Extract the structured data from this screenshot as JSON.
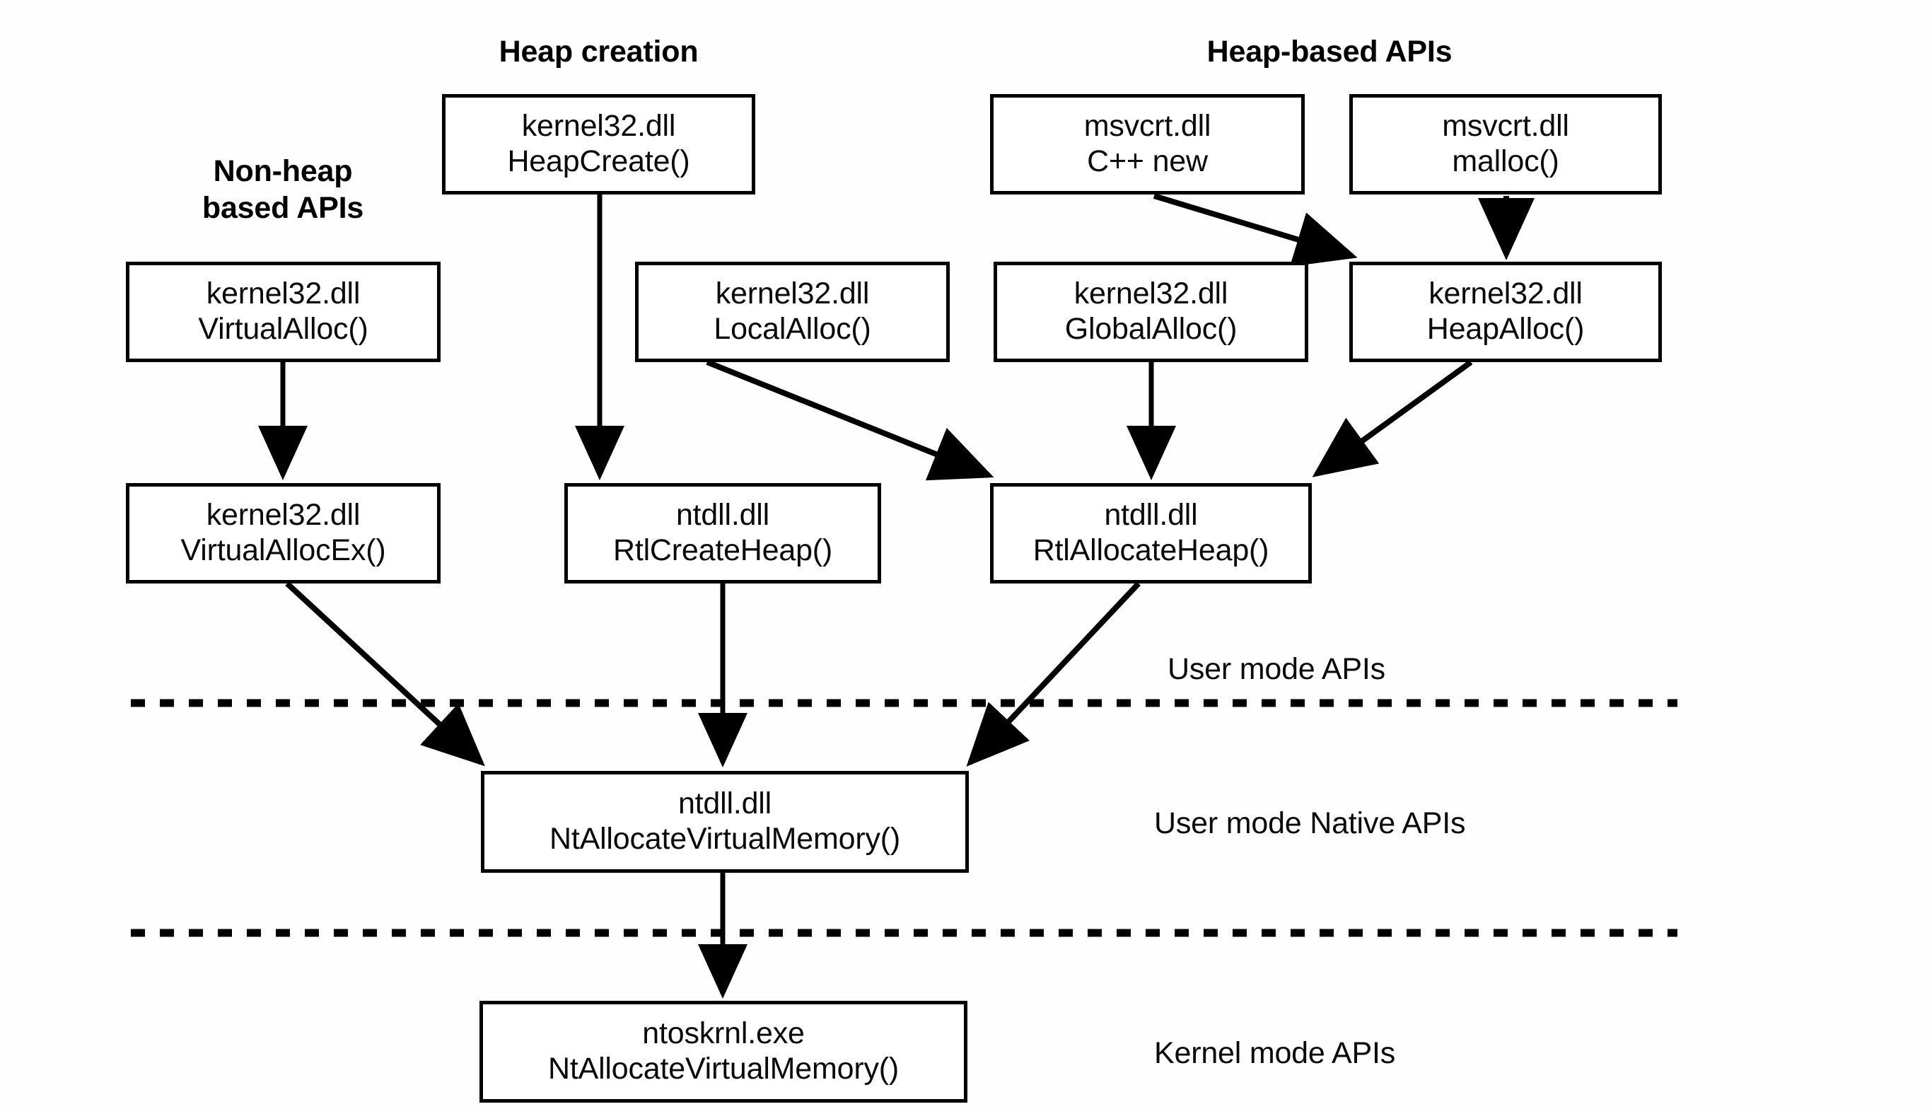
{
  "diagram": {
    "title_groups": [
      {
        "id": "non-heap",
        "label": "Non-heap\nbased APIs",
        "line1": "Non-heap",
        "line2": "based APIs"
      },
      {
        "id": "heap-creation",
        "label": "Heap creation"
      },
      {
        "id": "heap-based",
        "label": "Heap-based APIs"
      }
    ],
    "nodes": [
      {
        "id": "heapcreate",
        "module": "kernel32.dll",
        "api": "HeapCreate()"
      },
      {
        "id": "cppnew",
        "module": "msvcrt.dll",
        "api": "C++ new"
      },
      {
        "id": "malloc",
        "module": "msvcrt.dll",
        "api": "malloc()"
      },
      {
        "id": "virtualalloc",
        "module": "kernel32.dll",
        "api": "VirtualAlloc()"
      },
      {
        "id": "localalloc",
        "module": "kernel32.dll",
        "api": "LocalAlloc()"
      },
      {
        "id": "globalalloc",
        "module": "kernel32.dll",
        "api": "GlobalAlloc()"
      },
      {
        "id": "heapalloc",
        "module": "kernel32.dll",
        "api": "HeapAlloc()"
      },
      {
        "id": "virtualallocex",
        "module": "kernel32.dll",
        "api": "VirtualAllocEx()"
      },
      {
        "id": "rtlcreateheap",
        "module": "ntdll.dll",
        "api": "RtlCreateHeap()"
      },
      {
        "id": "rtlallocateheap",
        "module": "ntdll.dll",
        "api": "RtlAllocateHeap()"
      },
      {
        "id": "ntallocvm_user",
        "module": "ntdll.dll",
        "api": "NtAllocateVirtualMemory()"
      },
      {
        "id": "ntallocvm_krnl",
        "module": "ntoskrnl.exe",
        "api": "NtAllocateVirtualMemory()"
      }
    ],
    "mode_labels": [
      {
        "id": "user-mode",
        "label": "User mode APIs"
      },
      {
        "id": "user-mode-native",
        "label": "User mode Native APIs"
      },
      {
        "id": "kernel-mode",
        "label": "Kernel mode APIs"
      }
    ],
    "edges": [
      {
        "from": "heapcreate",
        "to": "rtlcreateheap"
      },
      {
        "from": "cppnew",
        "to": "heapalloc"
      },
      {
        "from": "malloc",
        "to": "heapalloc"
      },
      {
        "from": "virtualalloc",
        "to": "virtualallocex"
      },
      {
        "from": "localalloc",
        "to": "rtlallocateheap"
      },
      {
        "from": "globalalloc",
        "to": "rtlallocateheap"
      },
      {
        "from": "heapalloc",
        "to": "rtlallocateheap"
      },
      {
        "from": "virtualallocex",
        "to": "ntallocvm_user"
      },
      {
        "from": "rtlcreateheap",
        "to": "ntallocvm_user"
      },
      {
        "from": "rtlallocateheap",
        "to": "ntallocvm_user"
      },
      {
        "from": "ntallocvm_user",
        "to": "ntallocvm_krnl"
      }
    ],
    "dividers": [
      {
        "id": "user-native-divider",
        "style": "dashed"
      },
      {
        "id": "native-kernel-divider",
        "style": "dashed"
      }
    ],
    "colors": {
      "stroke": "#000000",
      "background": "#ffffff",
      "text": "#0a0a0a"
    }
  }
}
